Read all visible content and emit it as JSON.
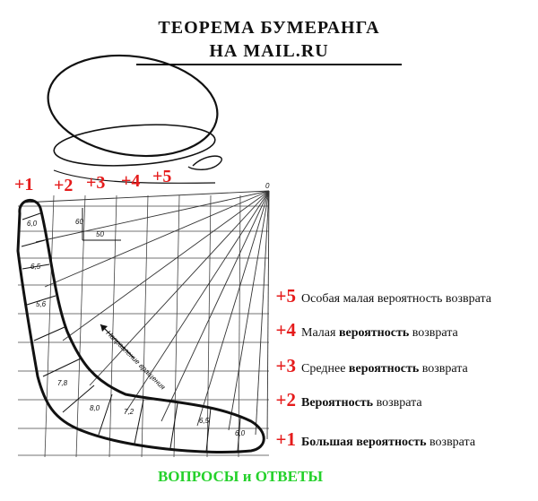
{
  "title": {
    "line1": "ТЕОРЕМА  БУМЕРАНГА",
    "line2": "НА  MAIL.RU"
  },
  "top_numbers": [
    "+1",
    "+2",
    "+3",
    "+4",
    "+5"
  ],
  "legend": [
    {
      "num": "+5",
      "pre": "Особая малая вероятность возврата",
      "bold": "",
      "post": ""
    },
    {
      "num": "+4",
      "pre": "Малая ",
      "bold": "вероятность",
      "post": " возврата"
    },
    {
      "num": "+3",
      "pre": "Среднее ",
      "bold": "вероятность",
      "post": " возврата"
    },
    {
      "num": "+2",
      "pre": "",
      "bold": "Вероятность",
      "post": " возврата"
    },
    {
      "num": "+1",
      "pre": "",
      "bold": "Большая вероятность",
      "post": " возврата"
    }
  ],
  "footer": "ВОПРОСЫ и ОТВЕТЫ",
  "drawing_labels": [
    "0",
    "60",
    "50",
    "6,0",
    "6,5",
    "5,6",
    "7,8",
    "8,0",
    "7,2",
    "6,5",
    "6,0",
    "Направление вращения"
  ],
  "colors": {
    "accent": "#e51b1b",
    "footer": "#25d12b",
    "ink": "#111111"
  }
}
